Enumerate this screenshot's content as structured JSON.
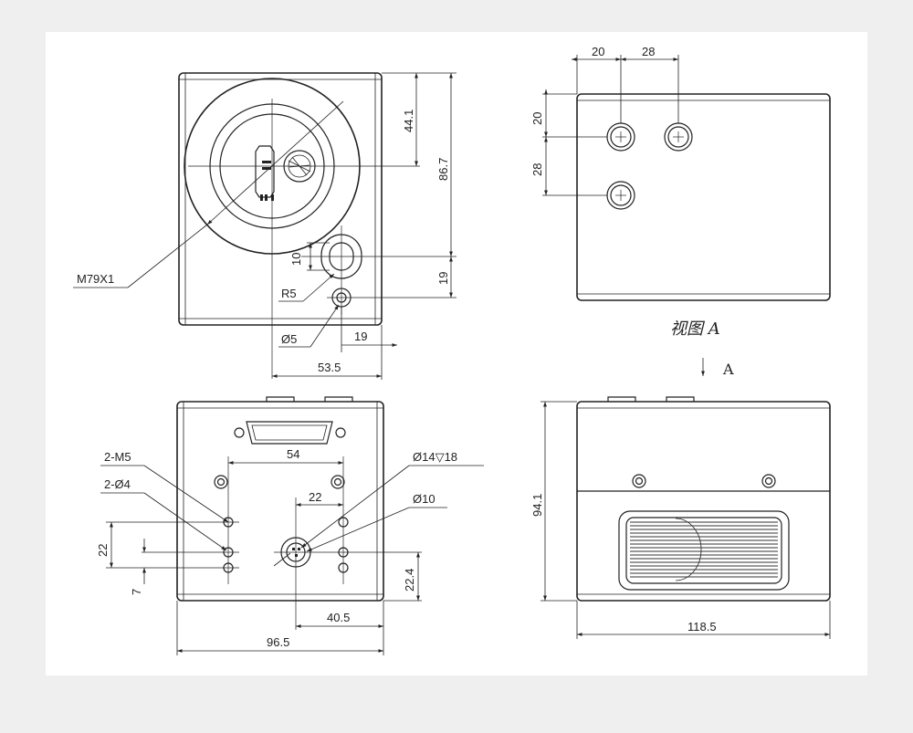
{
  "drawing": {
    "view_a_title": "视图 A",
    "view_a_arrow_label": "A",
    "front_view": {
      "thread_label": "M79X1",
      "dim_center_height": "44.1",
      "dim_total_height": "86.7",
      "dim_slot_height": "10",
      "dim_slot_offset": "19",
      "dim_slot_radius": "R5",
      "dim_pin_diameter": "Ø5",
      "dim_pin_offset": "19",
      "dim_width": "53.5"
    },
    "top_view": {
      "dim_x1": "20",
      "dim_x2": "28",
      "dim_y1": "20",
      "dim_y2": "28"
    },
    "rear_view": {
      "label_m5": "2-M5",
      "label_d4": "2-Ø4",
      "label_d14": "Ø14▽18",
      "label_d10": "Ø10",
      "dim_54": "54",
      "dim_22_h": "22",
      "dim_22_v": "22",
      "dim_7": "7",
      "dim_22_4": "22.4",
      "dim_40_5": "40.5",
      "dim_96_5": "96.5"
    },
    "side_view": {
      "dim_height": "94.1",
      "dim_width": "118.5"
    }
  }
}
